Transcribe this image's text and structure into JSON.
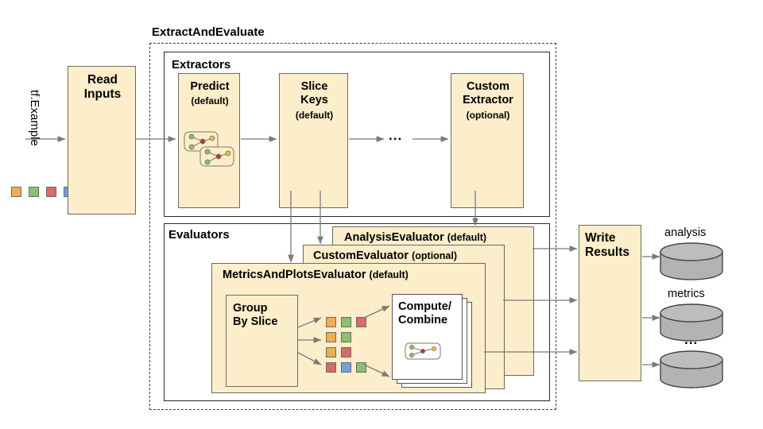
{
  "diagram": {
    "type": "pipeline-architecture",
    "input_label": "tf.Example",
    "input_swatch_colors": [
      "#f0ad4e",
      "#8cc06e",
      "#d96a6a",
      "#6f9fe8"
    ],
    "read_inputs": {
      "title": "Read\nInputs"
    },
    "outer_group": {
      "title": "ExtractAndEvaluate"
    },
    "extractors": {
      "title": "Extractors",
      "nodes": [
        {
          "name": "Predict",
          "qualifier": "(default)",
          "icon": "model-graph-icon"
        },
        {
          "name": "Slice\nKeys",
          "qualifier": "(default)"
        },
        {
          "name": "Custom\nExtractor",
          "qualifier": "(optional)"
        }
      ],
      "ellipsis": "..."
    },
    "evaluators": {
      "title": "Evaluators",
      "stack": [
        {
          "name": "AnalysisEvaluator",
          "qualifier": "(default)"
        },
        {
          "name": "CustomEvaluator",
          "qualifier": "(optional)"
        },
        {
          "name": "MetricsAndPlotsEvaluator",
          "qualifier": "(default)"
        }
      ],
      "group_by_slice": {
        "title": "Group\nBy Slice"
      },
      "compute_combine": {
        "title": "Compute/\nCombine",
        "icon": "model-graph-icon"
      },
      "slice_rows": [
        [
          "#f0ad4e",
          "#8cc06e",
          "#d96a6a"
        ],
        [
          "#f0ad4e",
          "#8cc06e"
        ],
        [
          "#f0ad4e",
          "#d96a6a"
        ],
        [
          "#d96a6a",
          "#6f9fe8",
          "#8cc06e"
        ]
      ]
    },
    "write_results": {
      "title": "Write\nResults"
    },
    "outputs": [
      {
        "label": "analysis",
        "icon": "database-cylinder-icon"
      },
      {
        "label": "metrics",
        "icon": "database-cylinder-icon"
      },
      {
        "label": "...",
        "icon": "database-cylinder-icon"
      }
    ],
    "colors": {
      "box_fill": "#fceecb",
      "box_stroke": "#6b6b5a",
      "cylinder_fill": "#b3b3b3",
      "cylinder_stroke": "#444444",
      "arrow": "#7a7a7a"
    }
  }
}
